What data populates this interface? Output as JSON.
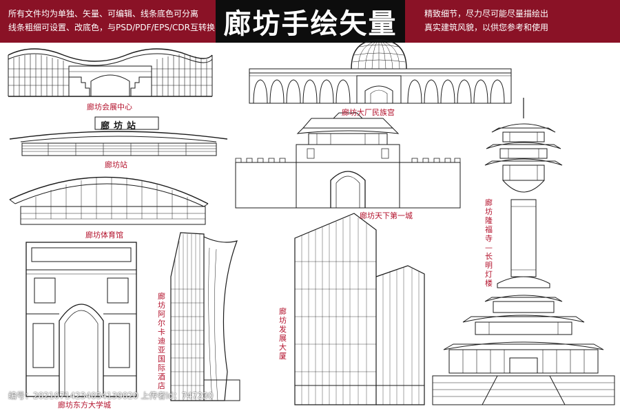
{
  "header": {
    "title": "廊坊手绘矢量",
    "left_lines": [
      "所有文件均为单独、矢量、可编辑、线条底色可分离",
      "线条粗细可设置、改底色，与PSD/PDF/EPS/CDR互转换"
    ],
    "right_lines": [
      "精致细节，尽力尽可能尽量描绘出",
      "真实建筑风貌，以供您参考和使用"
    ]
  },
  "labels": {
    "expo": "廊坊会展中心",
    "dachang": "廊坊大厂民族宫",
    "station": "廊坊站",
    "station_sign": "廊坊站",
    "gym": "廊坊体育馆",
    "first_city": "廊坊天下第一城",
    "longfu": "廊坊隆福寺—长明灯楼",
    "arcadia": "廊坊阿尔卡迪亚国际酒店",
    "development": "廊坊发展大厦",
    "university": "廊坊东方大学城"
  },
  "footer": {
    "text": "编号：20210714234034139020 上传者Id：747230"
  },
  "colors": {
    "banner": "#8a1226",
    "title_box": "#0d0d0d",
    "label": "#b3122c",
    "line": "#1a1a1a"
  }
}
